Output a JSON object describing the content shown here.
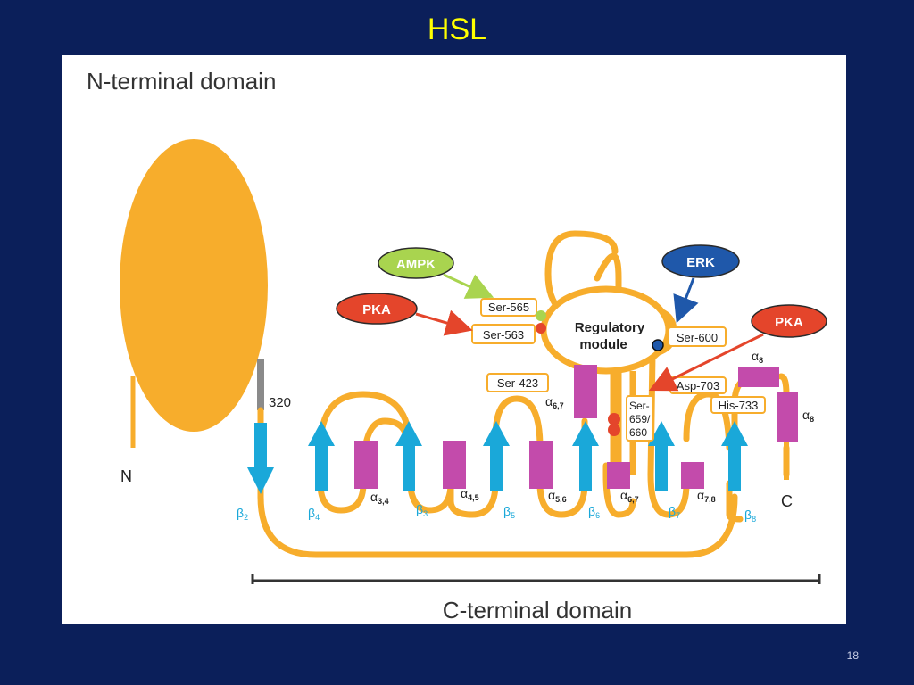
{
  "slide": {
    "title": "HSL",
    "page_number": "18"
  },
  "diagram": {
    "n_domain_label": "N-terminal domain",
    "c_domain_label": "C-terminal domain",
    "n_terminus": "N",
    "c_terminus": "C",
    "residue_320": "320",
    "regulatory_module": [
      "Regulatory",
      "module"
    ],
    "kinases": {
      "ampk": "AMPK",
      "pka_left": "PKA",
      "erk": "ERK",
      "pka_right": "PKA"
    },
    "sites": {
      "ser565": "Ser-565",
      "ser563": "Ser-563",
      "ser600": "Ser-600",
      "ser423": "Ser-423",
      "asp703": "Asp-703",
      "his733": "His-733",
      "ser659": [
        "Ser-",
        "659/",
        "660"
      ]
    },
    "strands": {
      "b2": {
        "base": "β",
        "sub": "2"
      },
      "b4": {
        "base": "β",
        "sub": "4"
      },
      "b3": {
        "base": "β",
        "sub": "3"
      },
      "b5": {
        "base": "β",
        "sub": "5"
      },
      "b6": {
        "base": "β",
        "sub": "6"
      },
      "b7": {
        "base": "β",
        "sub": "7"
      },
      "b8": {
        "base": "β",
        "sub": "8"
      }
    },
    "helices": {
      "a34": {
        "base": "α",
        "sub": "3,4"
      },
      "a45": {
        "base": "α",
        "sub": "4,5"
      },
      "a56": {
        "base": "α",
        "sub": "5,6"
      },
      "a67_top": {
        "base": "α",
        "sub": "6,7"
      },
      "a67_bottom": {
        "base": "α",
        "sub": "6,7"
      },
      "a78": {
        "base": "α",
        "sub": "7,8"
      },
      "a8_top": {
        "base": "α",
        "sub": "8"
      },
      "a8_right": {
        "base": "α",
        "sub": "8"
      }
    },
    "colors": {
      "chain": "#f7ad2c",
      "domain": "#f7ad2c",
      "strand": "#1aa8d9",
      "helix": "#c34bab",
      "ampk": "#a9d44f",
      "pka": "#e4452b",
      "erk": "#1f58aa",
      "label_text": "#2a2a2a"
    }
  }
}
